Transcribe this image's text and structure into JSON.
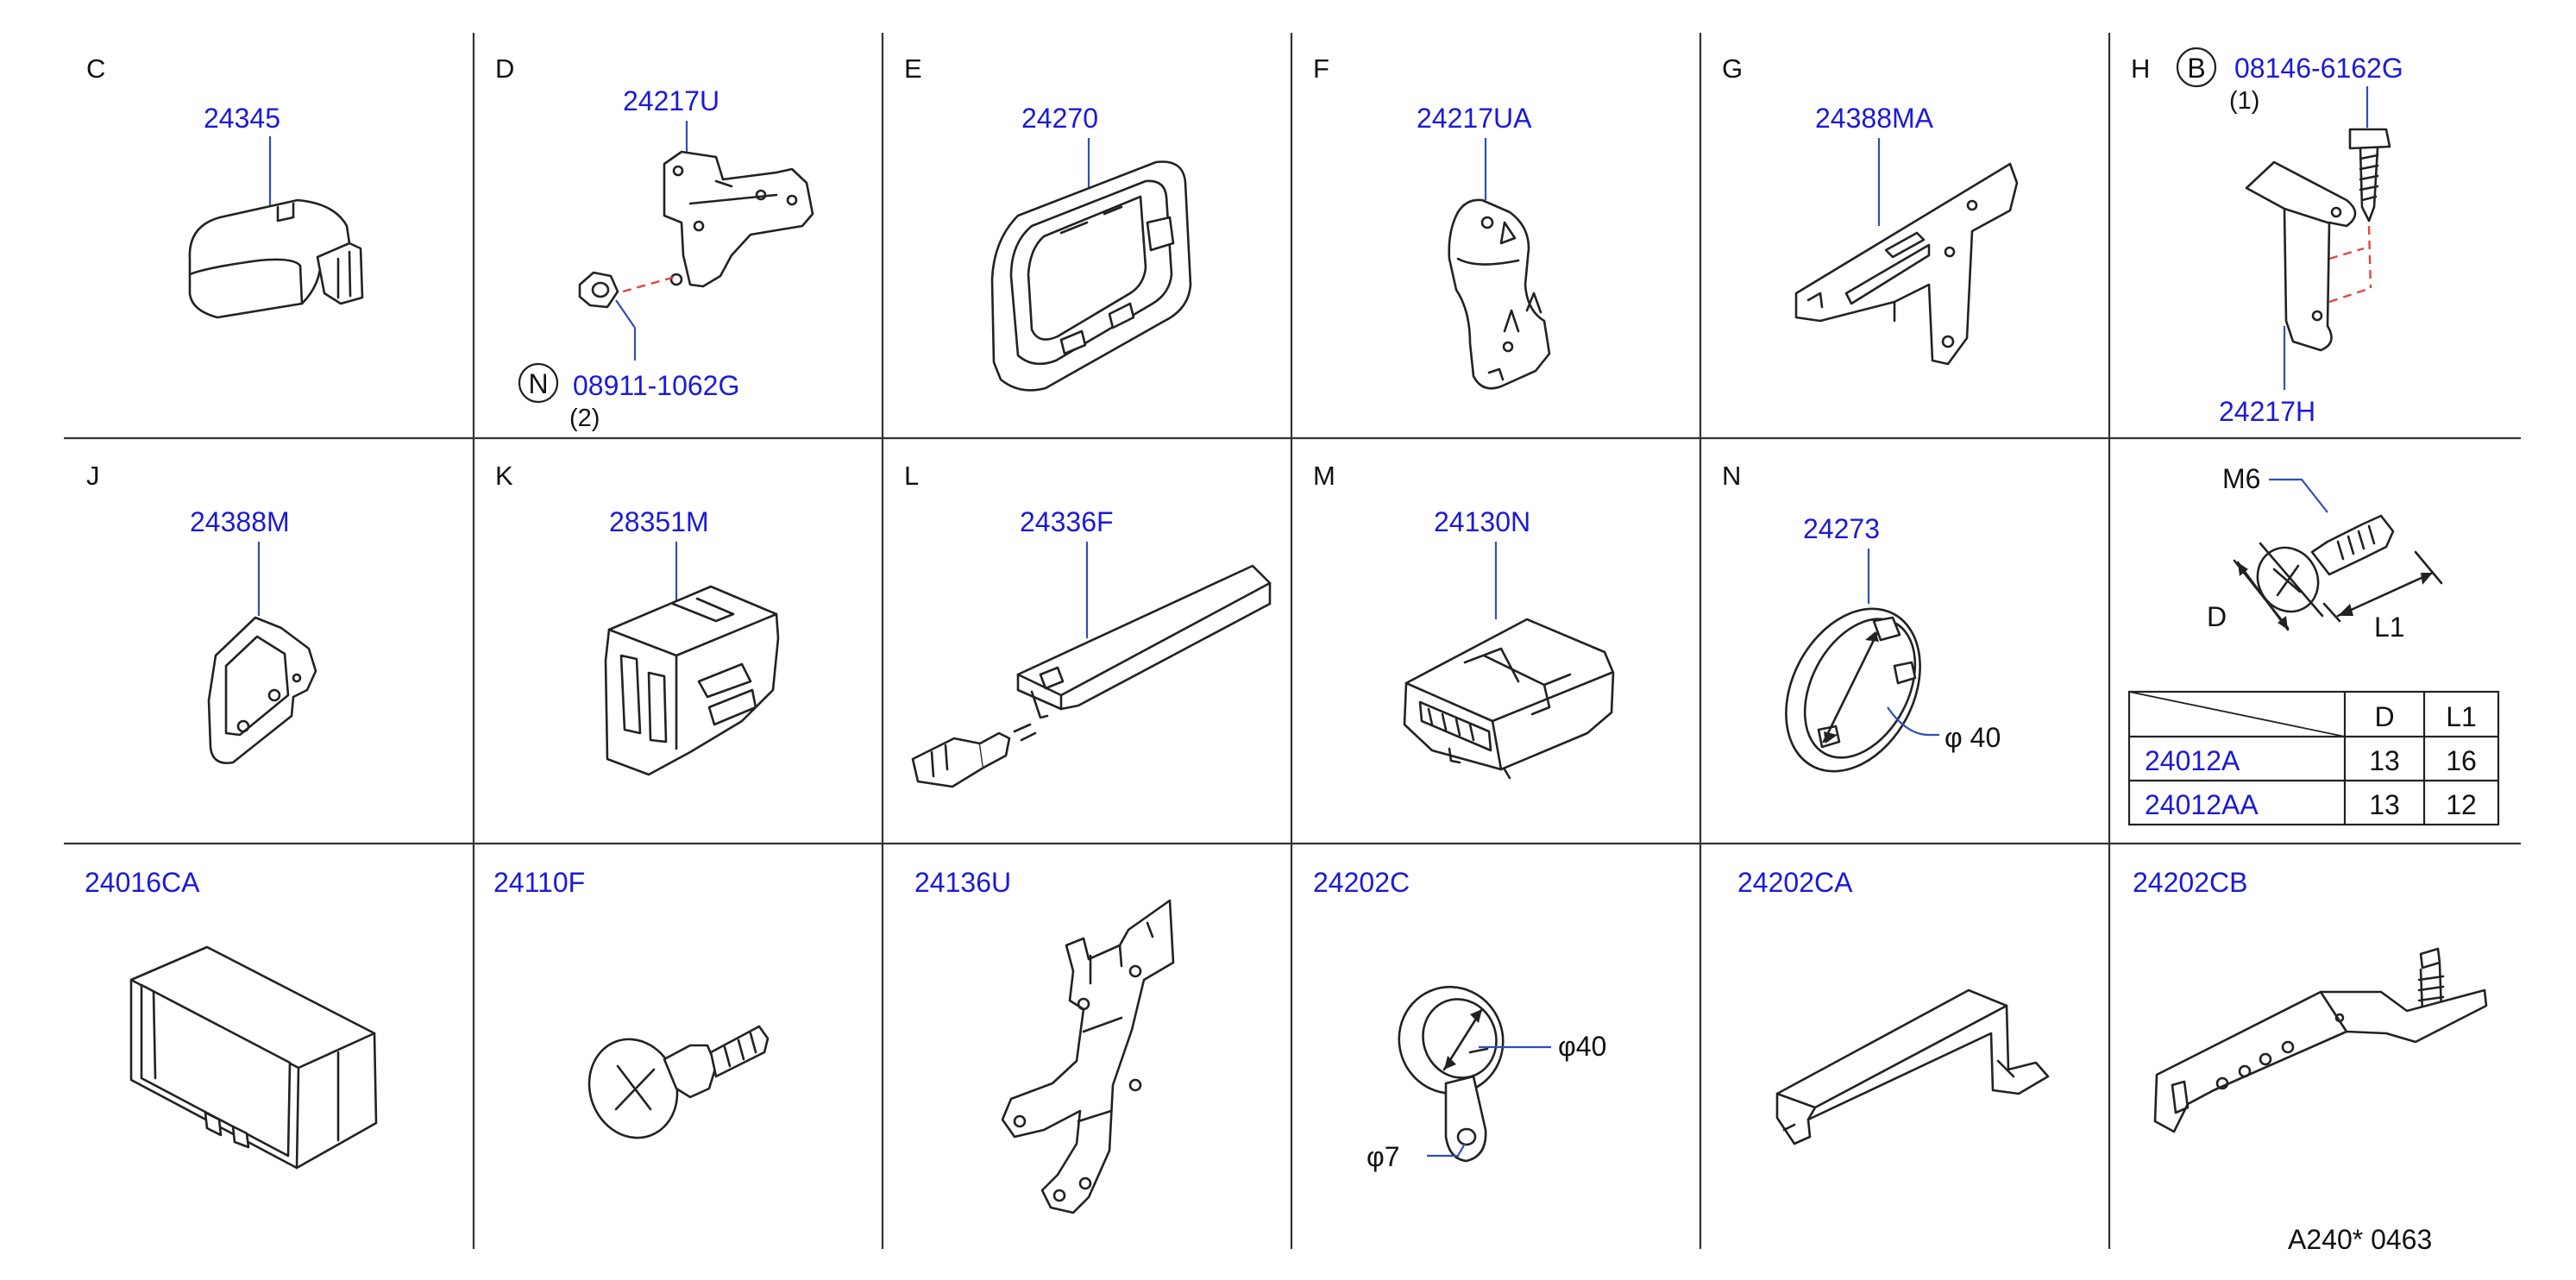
{
  "cells": {
    "c": {
      "letter": "C",
      "part": "24345"
    },
    "d": {
      "letter": "D",
      "part": "24217U",
      "fastener_symbol": "N",
      "fastener": "08911-1062G",
      "qty": "(2)"
    },
    "e": {
      "letter": "E",
      "part": "24270"
    },
    "f": {
      "letter": "F",
      "part": "24217UA"
    },
    "g": {
      "letter": "G",
      "part": "24388MA"
    },
    "h": {
      "letter": "H",
      "fastener_symbol": "B",
      "fastener": "08146-6162G",
      "qty": "(1)",
      "part": "24217H"
    },
    "j": {
      "letter": "J",
      "part": "24388M"
    },
    "k": {
      "letter": "K",
      "part": "28351M"
    },
    "l": {
      "letter": "L",
      "part": "24336F"
    },
    "m": {
      "letter": "M",
      "part": "24130N"
    },
    "n": {
      "letter": "N",
      "part": "24273",
      "dim": "φ  40"
    },
    "bolt": {
      "thread": "M6",
      "dim_d": "D",
      "dim_l1": "L1",
      "table": {
        "headers": [
          "D",
          "L1"
        ],
        "rows": [
          {
            "part": "24012A",
            "d": "13",
            "l1": "16"
          },
          {
            "part": "24012AA",
            "d": "13",
            "l1": "12"
          }
        ]
      }
    },
    "r3c1": {
      "part": "24016CA"
    },
    "r3c2": {
      "part": "24110F"
    },
    "r3c3": {
      "part": "24136U"
    },
    "r3c4": {
      "part": "24202C",
      "dim_outer": "φ40",
      "dim_hole": "φ7"
    },
    "r3c5": {
      "part": "24202CA"
    },
    "r3c6": {
      "part": "24202CB"
    }
  },
  "footer": {
    "code": "A240*  0463"
  },
  "colors": {
    "part_number": "#1a1ad8",
    "leader": "#2e4fb8",
    "dashed_link": "#e0473f",
    "line_art": "#222222"
  }
}
